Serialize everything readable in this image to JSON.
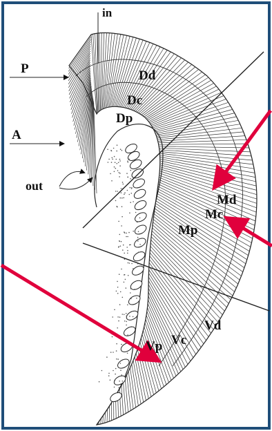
{
  "figure": {
    "border_color": "#1f4e79",
    "arrow_color": "#e0003c",
    "labels": {
      "in": "in",
      "p": "P",
      "a": "A",
      "out": "out",
      "dd": "Dd",
      "dc": "Dc",
      "dp": "Dp",
      "md": "Md",
      "mc": "Mc",
      "mp": "Mp",
      "vd": "Vd",
      "vc": "Vc",
      "vp": "Vp"
    }
  }
}
